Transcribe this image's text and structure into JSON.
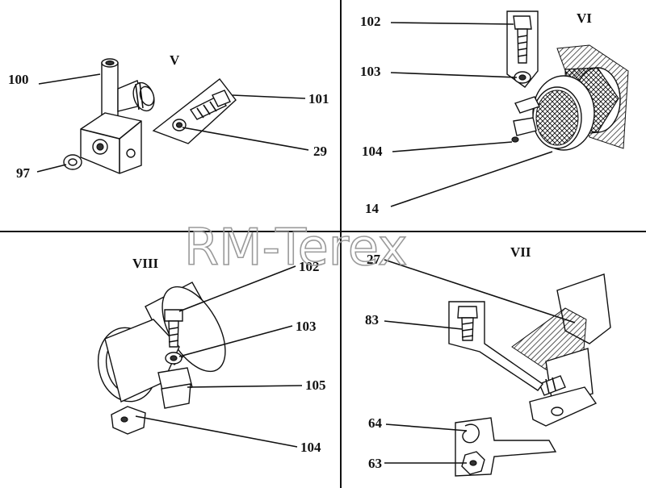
{
  "watermark": "RM-Terex",
  "panels": {
    "V": {
      "title": "V",
      "callouts": [
        "100",
        "101",
        "29",
        "97"
      ]
    },
    "VI": {
      "title": "VI",
      "callouts": [
        "102",
        "103",
        "104",
        "14"
      ]
    },
    "VIII": {
      "title": "VIII",
      "callouts": [
        "102",
        "103",
        "105",
        "104"
      ]
    },
    "VII": {
      "title": "VII",
      "callouts": [
        "27",
        "83",
        "64",
        "63"
      ]
    }
  },
  "colors": {
    "line": "#111111",
    "watermark": "#9a9a9a",
    "background": "#ffffff"
  }
}
